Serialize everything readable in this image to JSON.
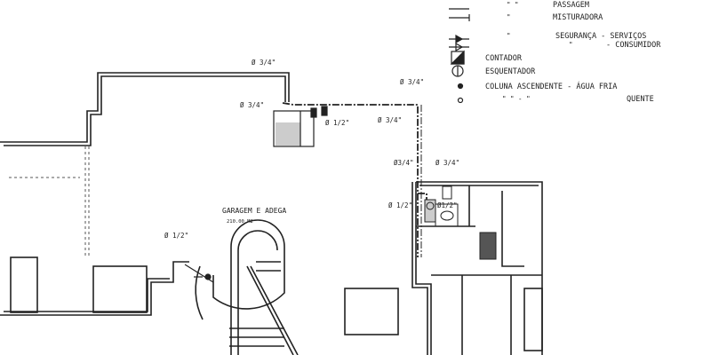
{
  "legend": {
    "passagem_mark": "\"     \"",
    "passagem": "PASSAGEM",
    "misturadora_mark": "\"",
    "misturadora": "MISTURADORA",
    "seguranca_mark": "\"",
    "seguranca": "SEGURANÇA - SERVIÇOS",
    "consumidor_mark": "\"",
    "consumidor": "- CONSUMIDOR",
    "contador": "CONTADOR",
    "esquentador": "ESQUENTADOR",
    "coluna_fria": "COLUNA  ASCENDENTE - ÁGUA  FRIA",
    "coluna_quente_marks": "\"          \"          -   \"",
    "coluna_quente": "QUENTE"
  },
  "room": {
    "name": "GARAGEM  E  ADEGA",
    "area": "210.00 M2"
  },
  "pipes": {
    "top_left": "Ø 3/4\"",
    "left_of_box": "Ø 3/4\"",
    "box_right": "Ø 1/2\"",
    "main_top": "Ø 3/4\"",
    "main_mid": "Ø 3/4\"",
    "vertical_left": "Ø3/4\"",
    "vertical_right": "Ø 3/4\"",
    "bath_left": "Ø 1/2\"",
    "bath_right": "Ø1/2\"",
    "stair": "Ø 1/2\""
  },
  "colors": {
    "line": "#222222",
    "background": "#ffffff"
  }
}
